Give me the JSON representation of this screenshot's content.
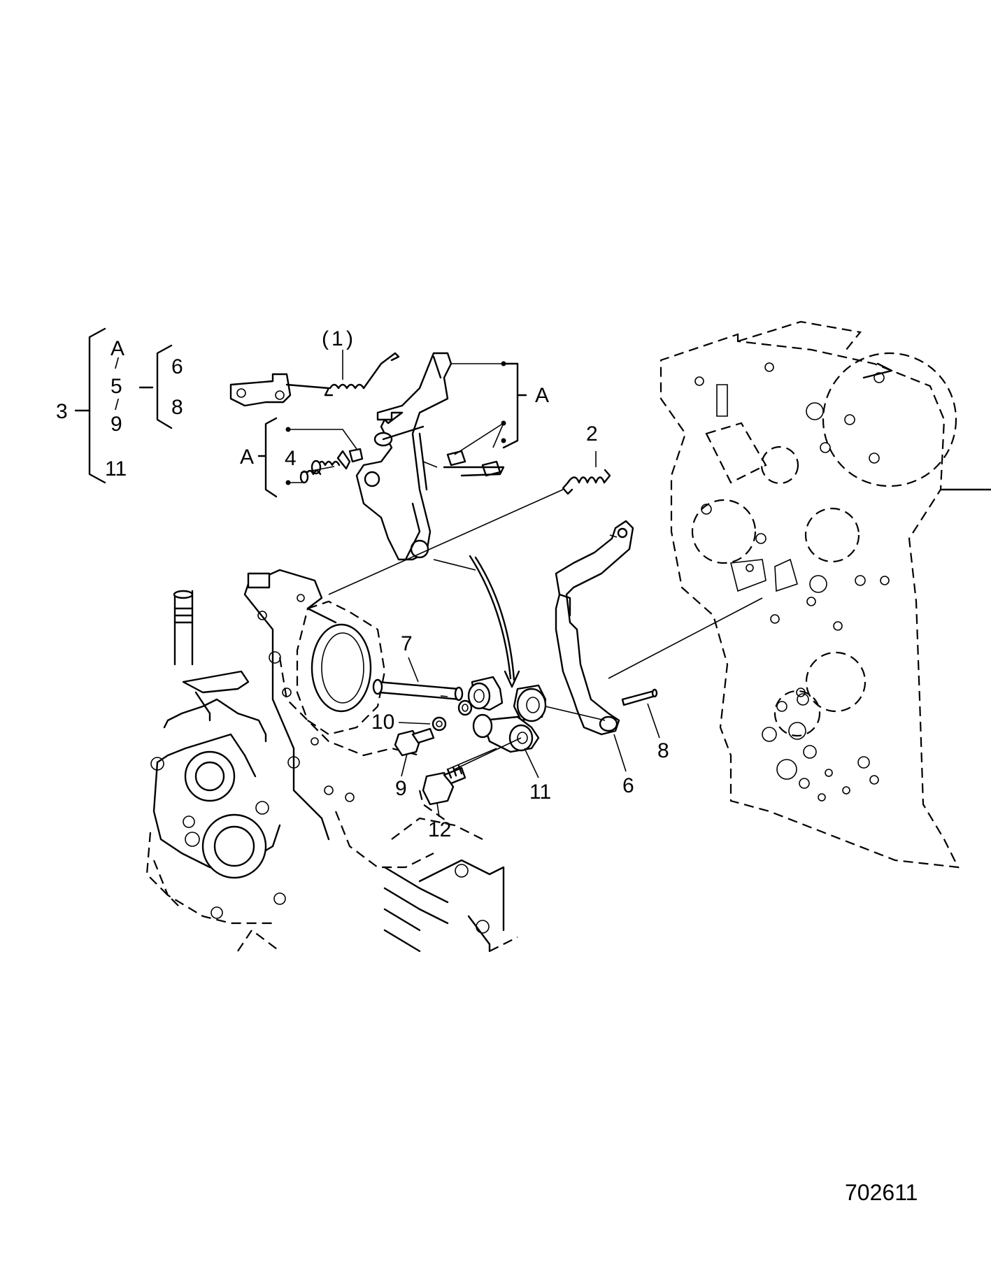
{
  "drawing": {
    "reference_number": "702611"
  },
  "callouts": {
    "c1": "1",
    "c2": "2",
    "c4": "4",
    "c6": "6",
    "c7": "7",
    "c8": "8",
    "c9": "9",
    "c10": "10",
    "c11": "11",
    "c12": "12",
    "kit_a_left": "A",
    "kit_a_right": "A"
  },
  "legend": {
    "kit_3": {
      "number": "3",
      "items": [
        "A",
        "5",
        "9",
        "11"
      ],
      "separators": [
        "/",
        "/"
      ]
    },
    "kit_5": {
      "items": [
        "6",
        "8"
      ]
    }
  }
}
